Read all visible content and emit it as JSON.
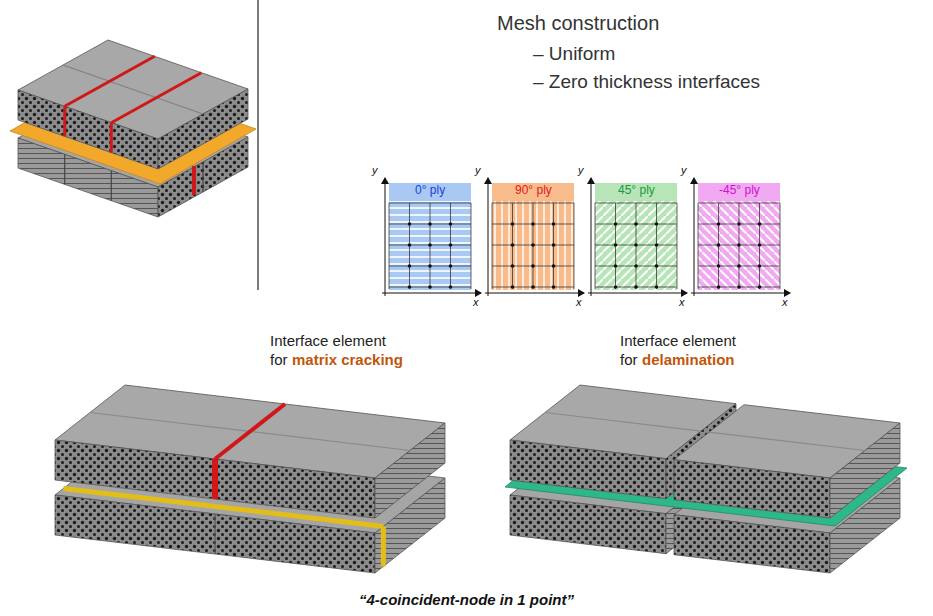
{
  "diagram": {
    "labels": [
      "Mesh construction",
      "– Uniform",
      "– Zero thickness interfaces",
      "0° ply",
      "90° ply",
      "45° ply",
      "-45° ply",
      "y",
      "x",
      "y",
      "x",
      "y",
      "x",
      "y",
      "x",
      "Interface element",
      "for",
      "matrix cracking",
      "Interface element",
      "for",
      "delamination",
      "“4-coincident-node in 1 point”"
    ]
  }
}
